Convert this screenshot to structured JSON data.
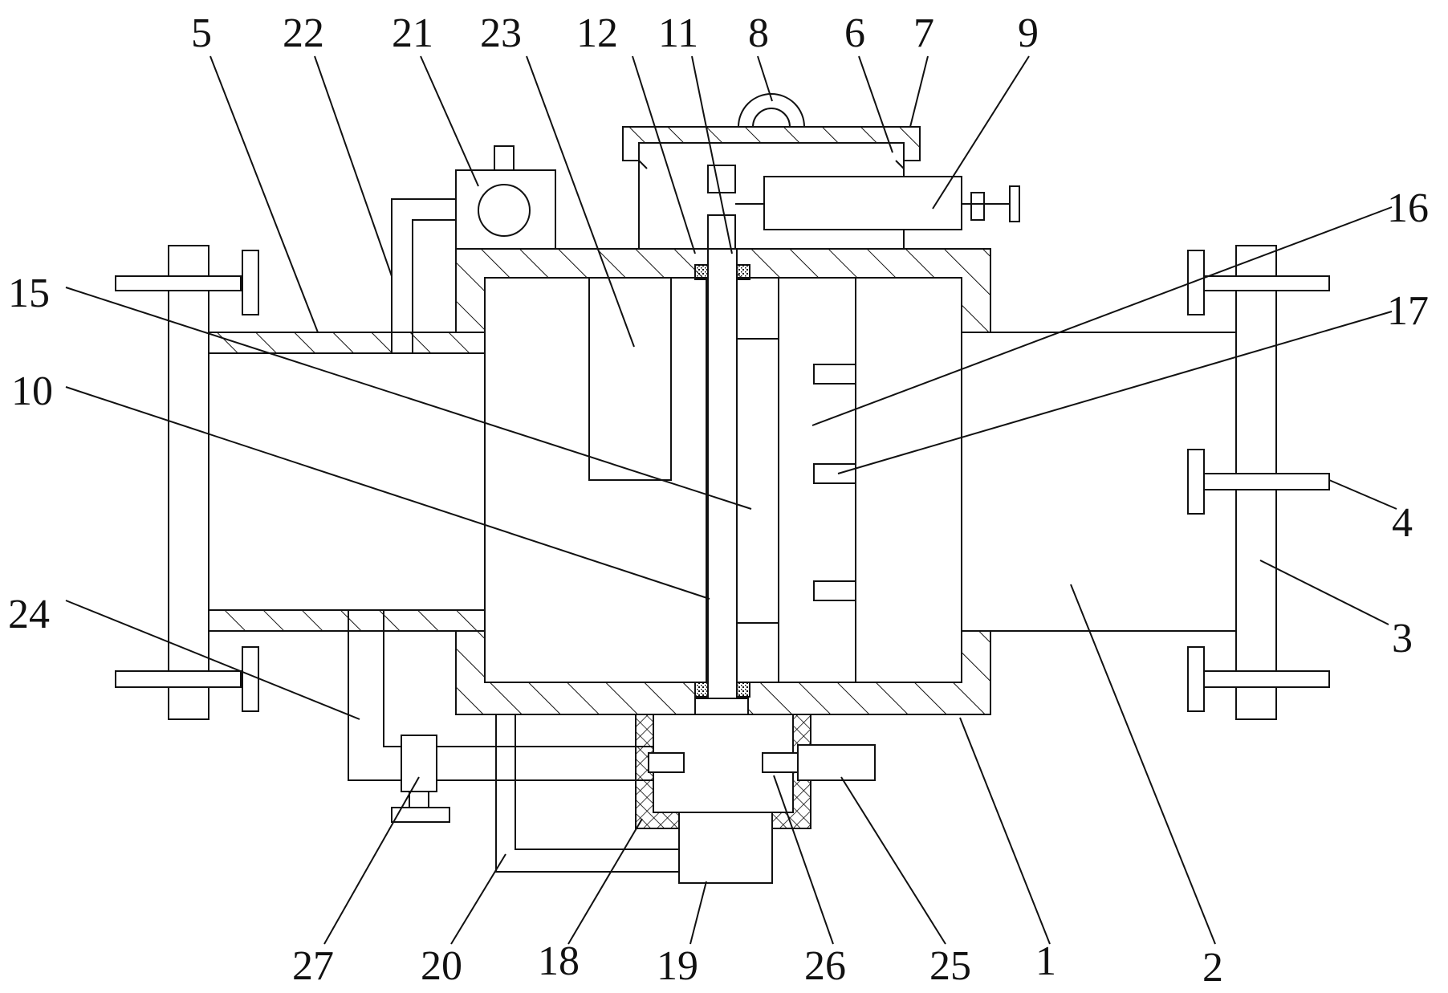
{
  "callouts": [
    {
      "id": "5",
      "text": "5"
    },
    {
      "id": "22",
      "text": "22"
    },
    {
      "id": "21",
      "text": "21"
    },
    {
      "id": "23",
      "text": "23"
    },
    {
      "id": "12",
      "text": "12"
    },
    {
      "id": "11",
      "text": "11"
    },
    {
      "id": "8",
      "text": "8"
    },
    {
      "id": "6",
      "text": "6"
    },
    {
      "id": "7",
      "text": "7"
    },
    {
      "id": "9",
      "text": "9"
    },
    {
      "id": "16",
      "text": "16"
    },
    {
      "id": "17",
      "text": "17"
    },
    {
      "id": "15",
      "text": "15"
    },
    {
      "id": "10",
      "text": "10"
    },
    {
      "id": "4",
      "text": "4"
    },
    {
      "id": "3",
      "text": "3"
    },
    {
      "id": "24",
      "text": "24"
    },
    {
      "id": "27",
      "text": "27"
    },
    {
      "id": "20",
      "text": "20"
    },
    {
      "id": "18",
      "text": "18"
    },
    {
      "id": "19",
      "text": "19"
    },
    {
      "id": "26",
      "text": "26"
    },
    {
      "id": "25",
      "text": "25"
    },
    {
      "id": "1",
      "text": "1"
    },
    {
      "id": "2",
      "text": "2"
    }
  ]
}
